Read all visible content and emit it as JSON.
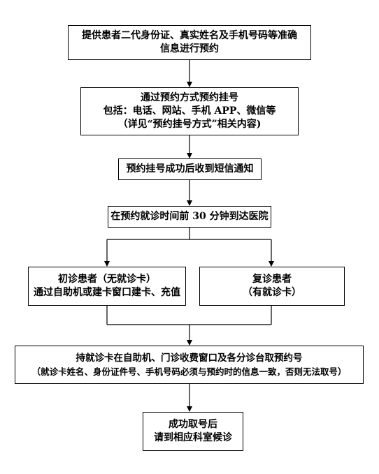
{
  "flow": {
    "step1": [
      "提供患者二代身份证、真实姓名及手机号码等准确",
      "信息进行预约"
    ],
    "step2": [
      "通过预约方式预约挂号",
      "包括：电话、网站、手机 APP、微信等",
      "（详见“预约挂号方式”相关内容)"
    ],
    "step3": [
      "预约挂号成功后收到短信通知"
    ],
    "step4": [
      "在预约就诊时间前 30 分钟到达医院"
    ],
    "branch_new": [
      "初诊患者（无就诊卡）",
      "通过自助机或建卡窗口建卡、充值"
    ],
    "branch_return": [
      "复诊患者",
      "（有就诊卡）"
    ],
    "step5": [
      "持就诊卡在自助机、门诊收费窗口及各分诊台取预约号",
      "（就诊卡姓名、身份证件号、手机号码必须与预约时的信息一致，否则无法取号）"
    ],
    "step6": [
      "成功取号后",
      "请到相应科室候诊"
    ]
  }
}
